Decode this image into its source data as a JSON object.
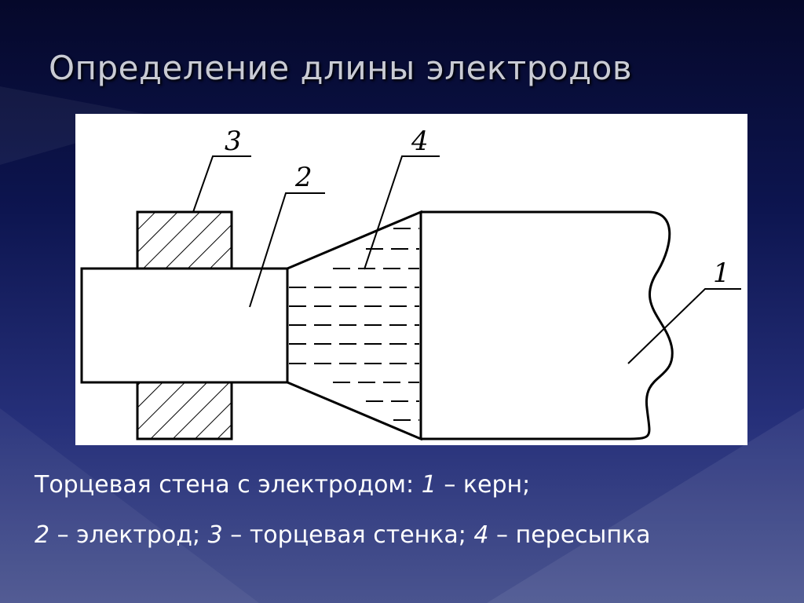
{
  "slide": {
    "title": "Определение длины электродов"
  },
  "diagram": {
    "labels": {
      "core": "1",
      "electrode": "2",
      "end_wall": "3",
      "fill": "4"
    }
  },
  "caption": {
    "line1": {
      "text": "Торцевая стена с электродом: ",
      "n1": "1",
      "t1": " – керн;"
    },
    "line2": {
      "n2": "2",
      "t2": " – электрод; ",
      "n3": "3",
      "t3": " – торцевая стенка; ",
      "n4": "4",
      "t4": " – пересыпка"
    }
  },
  "colors": {
    "background_top": "#05082a",
    "background_bottom": "#4a548f",
    "title": "#c9cbd4",
    "caption": "#ffffff",
    "panel": "#ffffff"
  }
}
